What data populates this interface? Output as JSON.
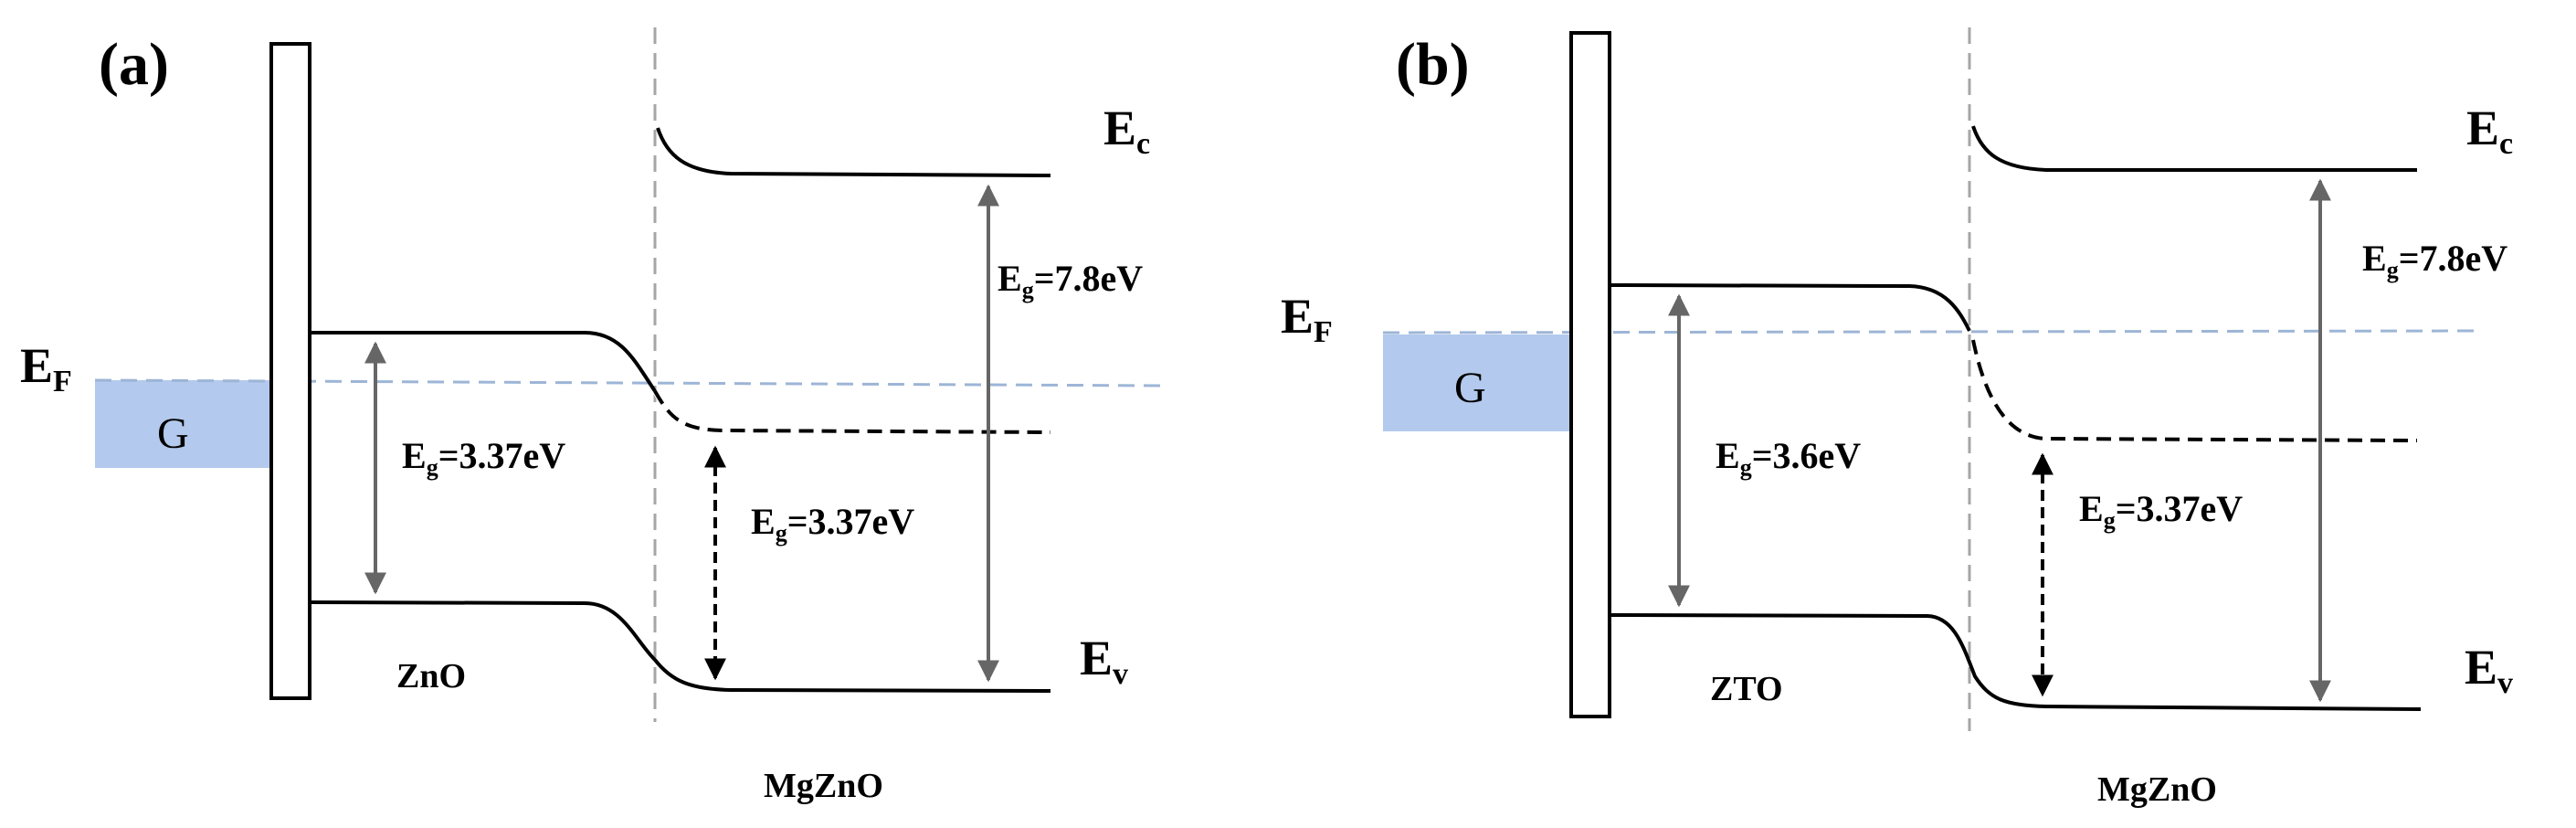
{
  "panels": [
    {
      "label": "(a)",
      "ef_main": "E",
      "ef_sub": "F",
      "g_label": "G",
      "ec_main": "E",
      "ec_sub": "c",
      "ev_main": "E",
      "ev_sub": "v",
      "eg_large": {
        "main": "E",
        "sub": "g",
        "value": "=7.8eV"
      },
      "eg_left": {
        "main": "E",
        "sub": "g",
        "value": "=3.37eV"
      },
      "eg_right": {
        "main": "E",
        "sub": "g",
        "value": "=3.37eV"
      },
      "left_material": "ZnO",
      "right_material": "MgZnO"
    },
    {
      "label": "(b)",
      "ef_main": "E",
      "ef_sub": "F",
      "g_label": "G",
      "ec_main": "E",
      "ec_sub": "c",
      "ev_main": "E",
      "ev_sub": "v",
      "eg_large": {
        "main": "E",
        "sub": "g",
        "value": "=7.8eV"
      },
      "eg_left": {
        "main": "E",
        "sub": "g",
        "value": "=3.6eV"
      },
      "eg_right": {
        "main": "E",
        "sub": "g",
        "value": "=3.37eV"
      },
      "left_material": "ZTO",
      "right_material": "MgZnO"
    }
  ],
  "colors": {
    "graphene_fill": "#b3c9ed",
    "fermi_line": "#9db5d6",
    "interface_line": "#a6a6a6",
    "arrow_gray": "#666666",
    "band_line": "#000000"
  }
}
